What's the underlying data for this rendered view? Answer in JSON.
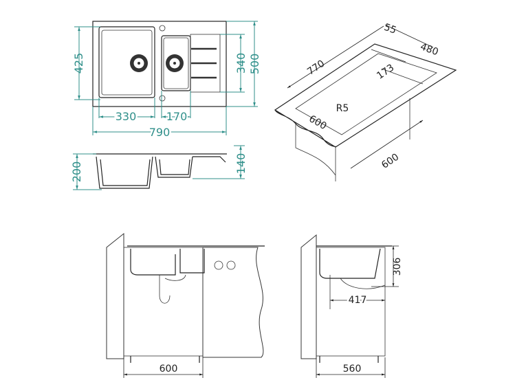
{
  "top_view": {
    "width_total": "790",
    "depth_total": "500",
    "bowl_depth": "425",
    "small_bowl_depth": "340",
    "bowl_width": "330",
    "small_bowl_width": "170"
  },
  "side_view": {
    "height": "200",
    "small_height": "140"
  },
  "iso_view": {
    "cutout_length": "770",
    "edge": "55",
    "depth": "480",
    "small": "173",
    "radius": "R5",
    "front": "600",
    "cabinet": "600"
  },
  "front_install": {
    "cabinet_width": "600"
  },
  "side_install": {
    "height": "306",
    "drain_offset": "417",
    "cabinet_depth": "560"
  },
  "colors": {
    "dimension": "#2f8f8a",
    "line": "#222222"
  }
}
